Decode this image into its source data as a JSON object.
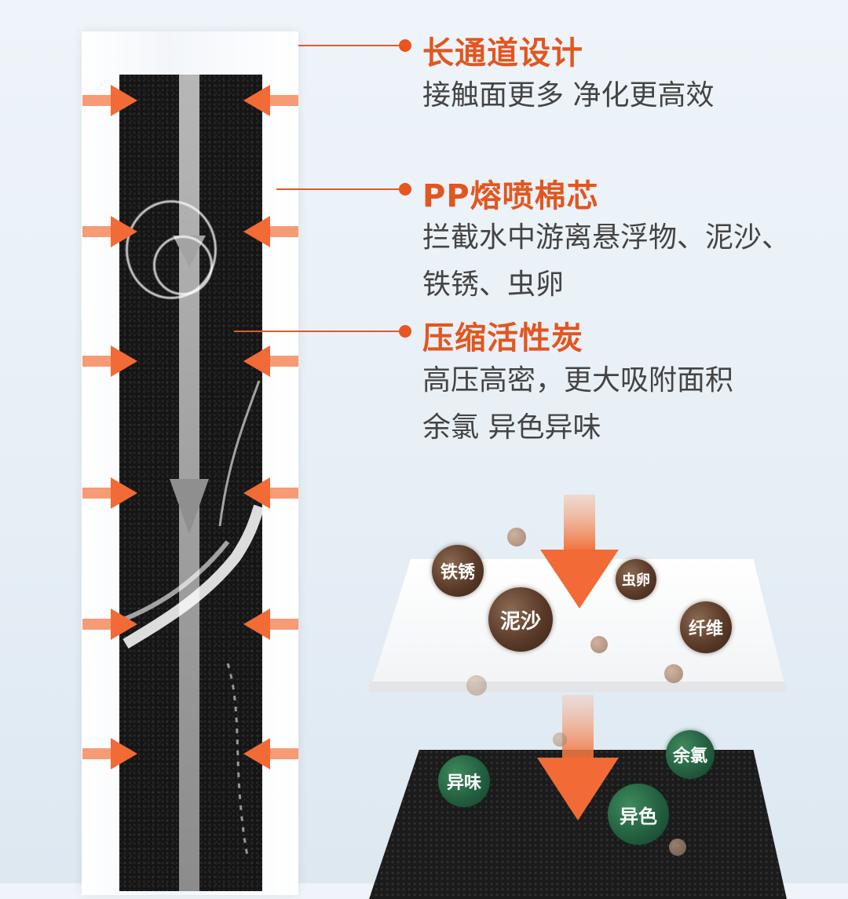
{
  "features": [
    {
      "title": "长通道设计",
      "desc_lines": [
        "接触面更多 净化更高效"
      ]
    },
    {
      "title": "PP熔喷棉芯",
      "desc_lines": [
        "拦截水中游离悬浮物、泥沙、",
        "铁锈、虫卵"
      ]
    },
    {
      "title": "压缩活性炭",
      "desc_lines": [
        "高压高密，更大吸附面积",
        "余氯  异色异味"
      ]
    }
  ],
  "pp_layer_particles": [
    "铁锈",
    "泥沙",
    "虫卵",
    "纤维"
  ],
  "carbon_layer_particles": [
    "异味",
    "余氯",
    "异色"
  ],
  "colors": {
    "accent": "#e2561f",
    "arrow": "#f08050",
    "text": "#444444"
  }
}
